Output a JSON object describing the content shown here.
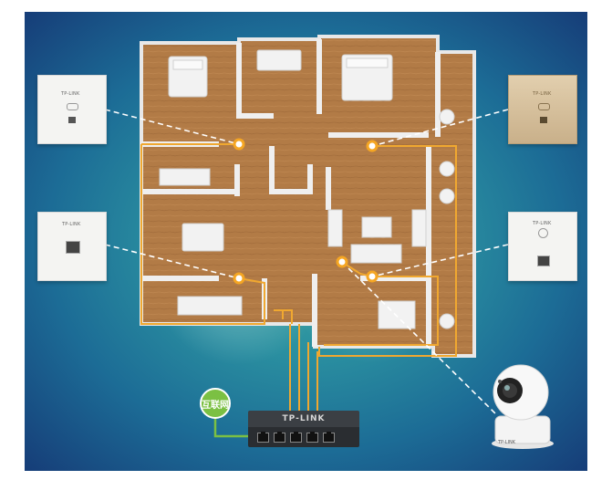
{
  "devices": {
    "panel_left_top": {
      "brand": "TP-LINK",
      "finish": "white"
    },
    "panel_right_top": {
      "brand": "TP-LINK",
      "finish": "champagne-gold"
    },
    "panel_left_mid": {
      "brand": "TP-LINK",
      "finish": "white"
    },
    "panel_right_mid": {
      "brand": "TP-LINK",
      "finish": "white"
    },
    "switch": {
      "brand": "TP-LINK",
      "ports": 5
    },
    "camera": {
      "brand": "TP-LINK"
    }
  },
  "internet": {
    "label": "互联网"
  },
  "colors": {
    "cable": "#f0a830",
    "internet_line": "#7bc043",
    "access_point_dot": "#f5a623",
    "background_center": "#3aa8a0",
    "background_edge": "#163d78",
    "floor": "#b07a44"
  },
  "icons": [
    "wifi-coverage-icon",
    "ethernet-port-icon",
    "led-indicator-icon"
  ]
}
